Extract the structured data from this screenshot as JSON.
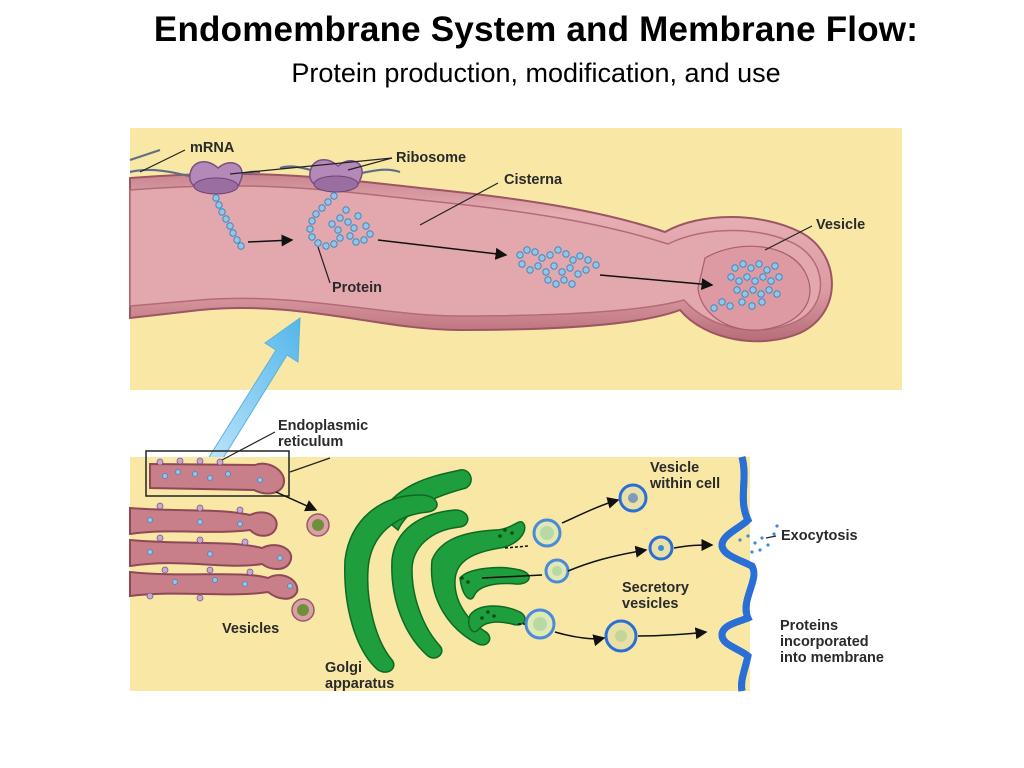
{
  "title": "Endomembrane System and Membrane Flow:",
  "subtitle": "Protein production, modification, and use",
  "labels": {
    "mrna": "mRNA",
    "ribosome": "Ribosome",
    "cisterna": "Cisterna",
    "vesicle": "Vesicle",
    "protein": "Protein",
    "er_line1": "Endoplasmic",
    "er_line2": "reticulum",
    "vesicle_within_line1": "Vesicle",
    "vesicle_within_line2": "within cell",
    "exocytosis": "Exocytosis",
    "secretory_line1": "Secretory",
    "secretory_line2": "vesicles",
    "vesicles": "Vesicles",
    "proteins_inc_line1": "Proteins",
    "proteins_inc_line2": "incorporated",
    "proteins_inc_line3": "into membrane",
    "golgi_line1": "Golgi",
    "golgi_line2": "apparatus"
  },
  "colors": {
    "background_panel": "#f8e7a5",
    "er_membrane": "#c27a83",
    "er_lumen": "#e2a2aa",
    "protein_beads": "#8fc6ea",
    "ribosome": "#b489b8",
    "golgi": "#1e9e3c",
    "plasma_membrane": "#2a6fd6",
    "zoom_arrow": "#8fd0f2"
  }
}
